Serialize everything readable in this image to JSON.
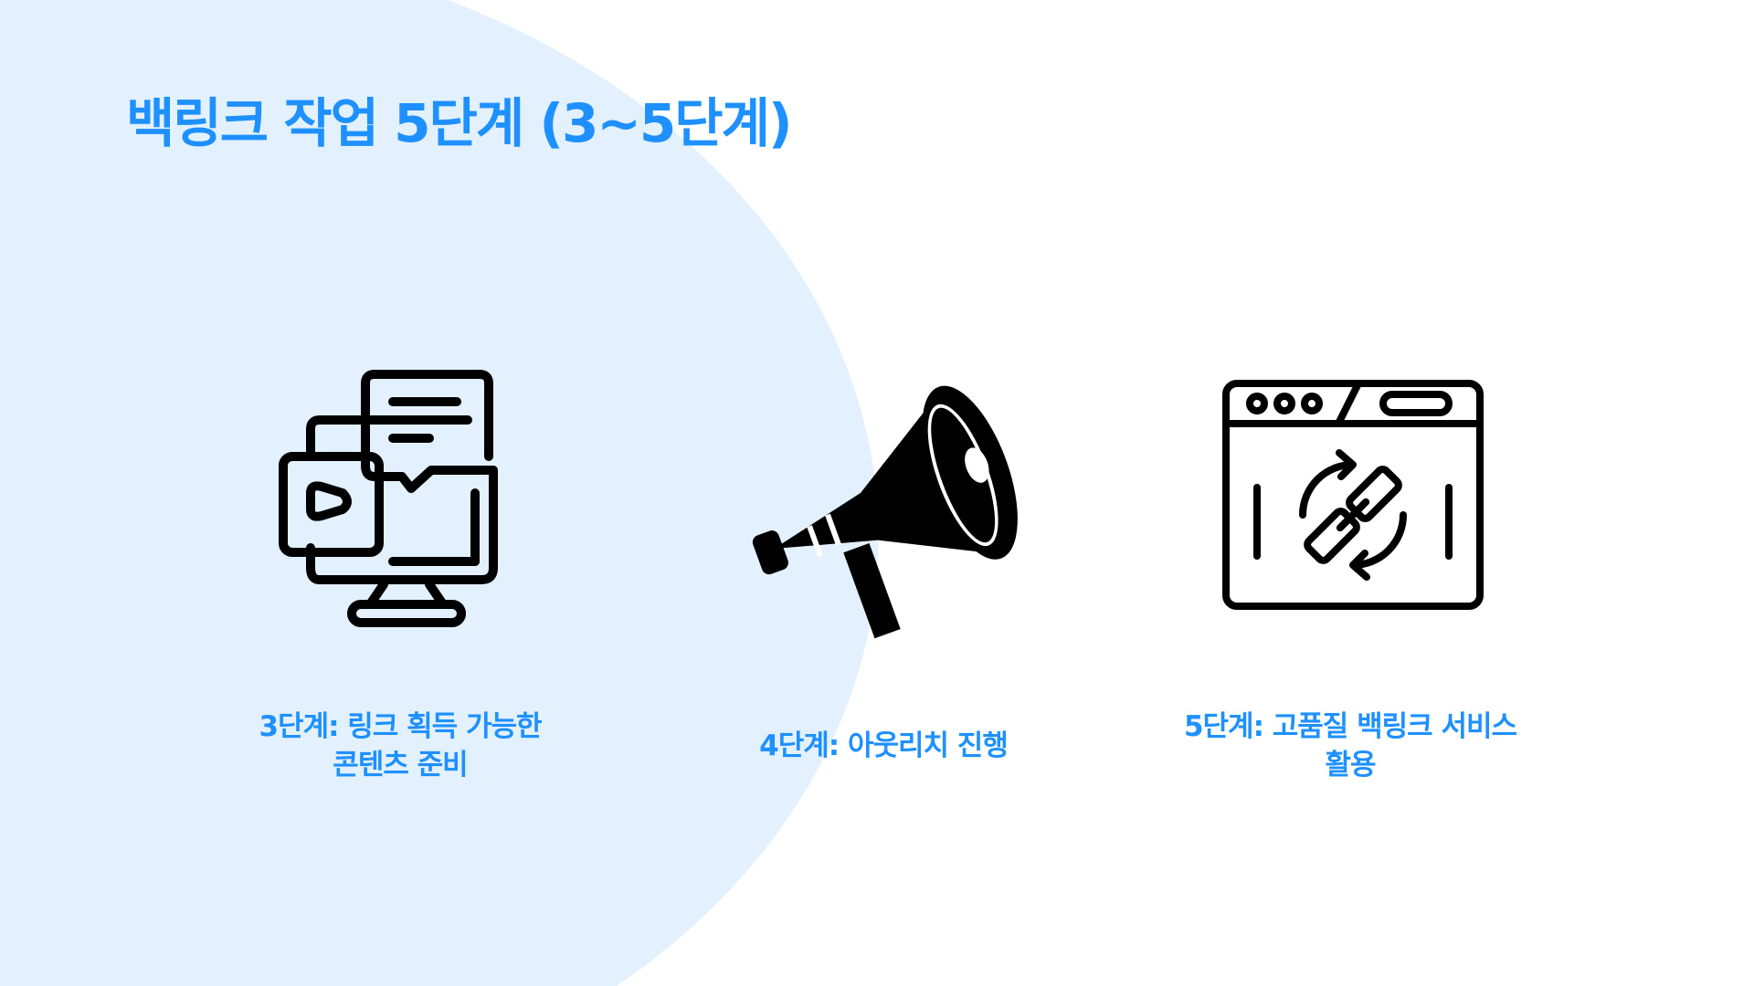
{
  "title": "백링크 작업 5단계 (3~5단계)",
  "colors": {
    "accent": "#1E90FF",
    "background_shape": "#E3F0FD",
    "icon": "#000000"
  },
  "steps": [
    {
      "line1": "3단계: 링크 획득 가능한",
      "line2": "콘텐츠 준비",
      "icon": "monitor-content-icon"
    },
    {
      "line1": "4단계: 아웃리치 진행",
      "line2": "",
      "icon": "megaphone-icon"
    },
    {
      "line1": "5단계: 고품질 백링크 서비스",
      "line2": "활용",
      "icon": "browser-link-icon"
    }
  ]
}
